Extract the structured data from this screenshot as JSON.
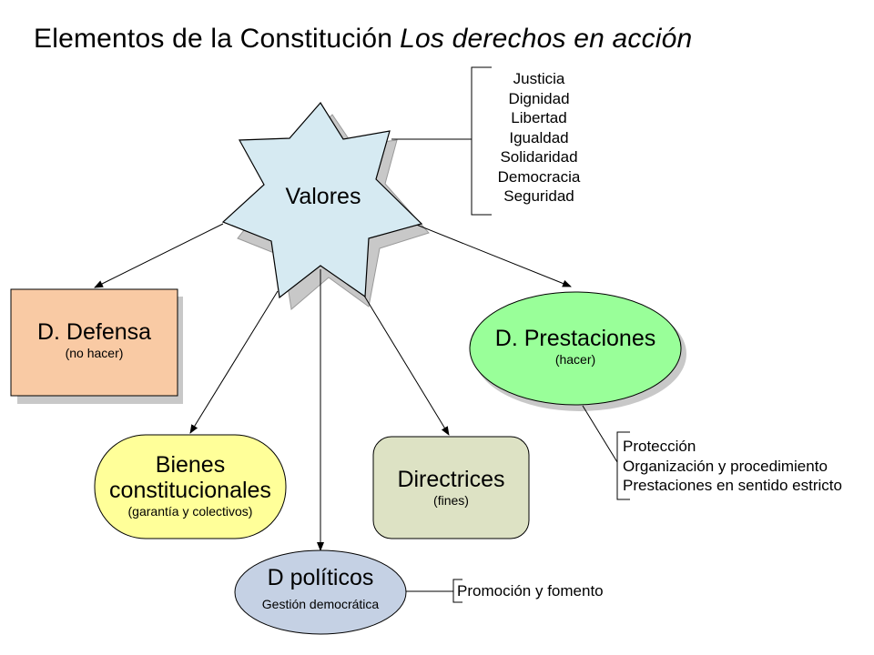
{
  "title": {
    "main": "Elementos de la Constitución",
    "sub": "Los derechos en acción"
  },
  "nodes": {
    "valores": {
      "label": "Valores"
    },
    "defensa": {
      "label": "D. Defensa",
      "sublabel": "(no hacer)"
    },
    "prestaciones": {
      "label": "D. Prestaciones",
      "sublabel": "(hacer)"
    },
    "bienes": {
      "label_line1": "Bienes",
      "label_line2": "constitucionales",
      "sublabel": "(garantía y colectivos)"
    },
    "directrices": {
      "label": "Directrices",
      "sublabel": "(fines)"
    },
    "politicos": {
      "label": "D políticos",
      "sublabel": "Gestión democrática"
    }
  },
  "lists": {
    "valores": [
      "Justicia",
      "Dignidad",
      "Libertad",
      "Igualdad",
      "Solidaridad",
      "Democracia",
      "Seguridad"
    ],
    "prestaciones": [
      "Protección",
      "Organización y procedimiento",
      "Prestaciones en sentido estricto"
    ],
    "politicos": [
      "Promoción y fomento"
    ]
  },
  "colors": {
    "star": "#d6eaf2",
    "defensa": "#f9caa4",
    "prestaciones": "#99ff99",
    "bienes": "#ffff99",
    "directrices": "#dde2c4",
    "politicos": "#c5d1e4",
    "shadow": "#c8c8c8"
  }
}
